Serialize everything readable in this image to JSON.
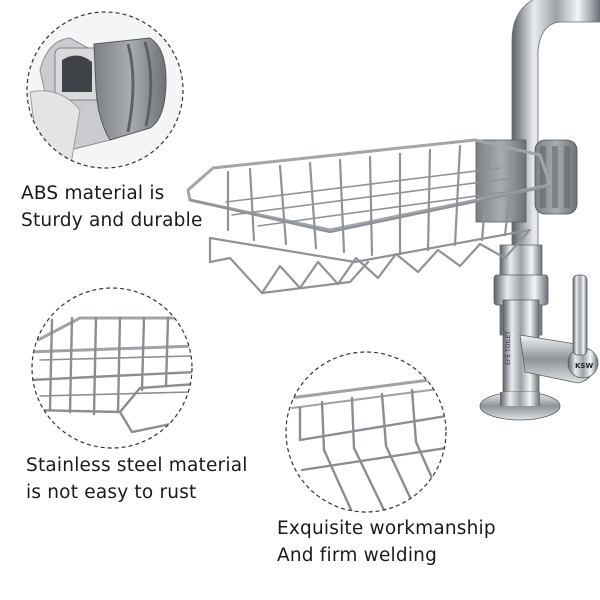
{
  "captions": [
    {
      "line1": "ABS material is",
      "line2": "Sturdy and durable"
    },
    {
      "line1": "Stainless steel material",
      "line2": "is not easy to rust"
    },
    {
      "line1": "Exquisite workmanship",
      "line2": "And firm welding"
    }
  ],
  "faucet_label": "KSW",
  "colors": {
    "steel": "#b9bcc1",
    "steel_dark": "#6f7378",
    "clip_gray": "#8e9094",
    "circle_dash": "#333333"
  }
}
